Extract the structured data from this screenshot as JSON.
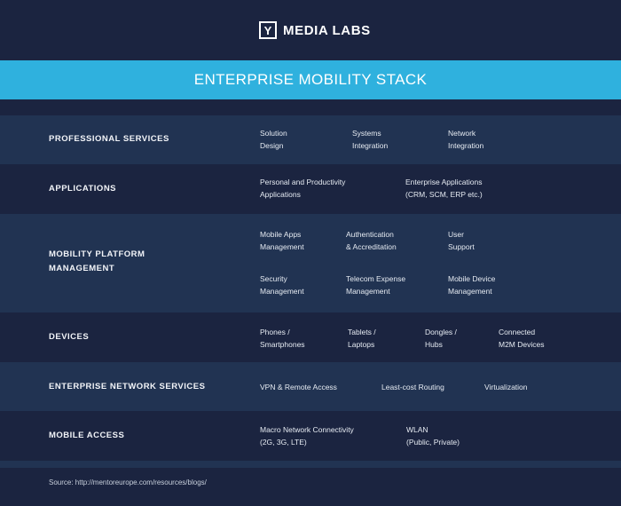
{
  "brand": {
    "logo_letter": "Y",
    "name": "MEDIA LABS"
  },
  "title": "ENTERPRISE MOBILITY STACK",
  "rows": [
    {
      "label": "PROFESSIONAL SERVICES",
      "items": [
        "Solution\nDesign",
        "Systems\nIntegration",
        "Network\nIntegration"
      ]
    },
    {
      "label": "APPLICATIONS",
      "items": [
        "Personal and Productivity\nApplications",
        "Enterprise Applications\n(CRM, SCM, ERP etc.)"
      ]
    },
    {
      "label": "MOBILITY PLATFORM\nMANAGEMENT",
      "items": [
        "Mobile Apps\nManagement",
        "Authentication\n& Accreditation",
        "User\nSupport",
        "Security\nManagement",
        "Telecom Expense\nManagement",
        "Mobile Device\nManagement"
      ]
    },
    {
      "label": "DEVICES",
      "items": [
        "Phones /\nSmartphones",
        "Tablets /\nLaptops",
        "Dongles /\nHubs",
        "Connected\nM2M Devices"
      ]
    },
    {
      "label": "ENTERPRISE NETWORK SERVICES",
      "items": [
        "VPN & Remote Access",
        "Least-cost Routing",
        "Virtualization"
      ]
    },
    {
      "label": "MOBILE ACCESS",
      "items": [
        "Macro Network Connectivity\n(2G, 3G, LTE)",
        "WLAN\n(Public, Private)"
      ]
    }
  ],
  "source": "Source: http://mentoreurope.com/resources/blogs/"
}
